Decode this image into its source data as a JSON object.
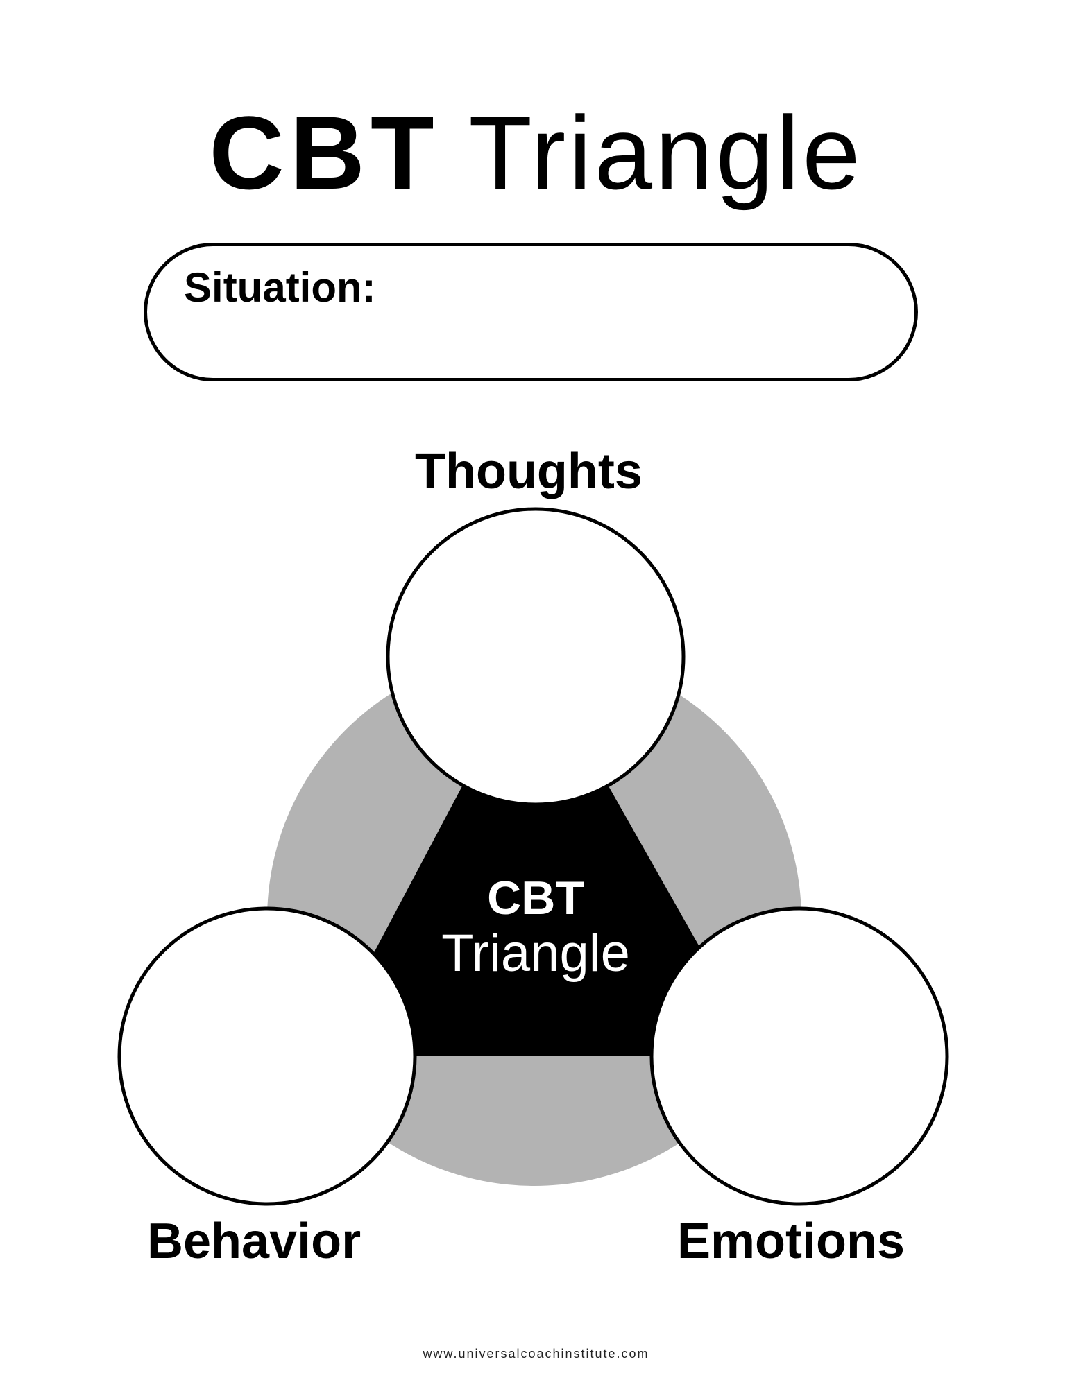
{
  "title": {
    "bold": "CBT",
    "light": "Triangle"
  },
  "situation": {
    "label": "Situation:"
  },
  "diagram": {
    "center_line1": "CBT",
    "center_line2": "Triangle",
    "nodes": {
      "thoughts": "Thoughts",
      "behavior": "Behavior",
      "emotions": "Emotions"
    },
    "colors": {
      "ring": "#b3b3b3",
      "center": "#000000",
      "circle_fill": "#ffffff",
      "circle_stroke": "#000000"
    }
  },
  "footer": {
    "website": "www.universalcoachinstitute.com"
  }
}
